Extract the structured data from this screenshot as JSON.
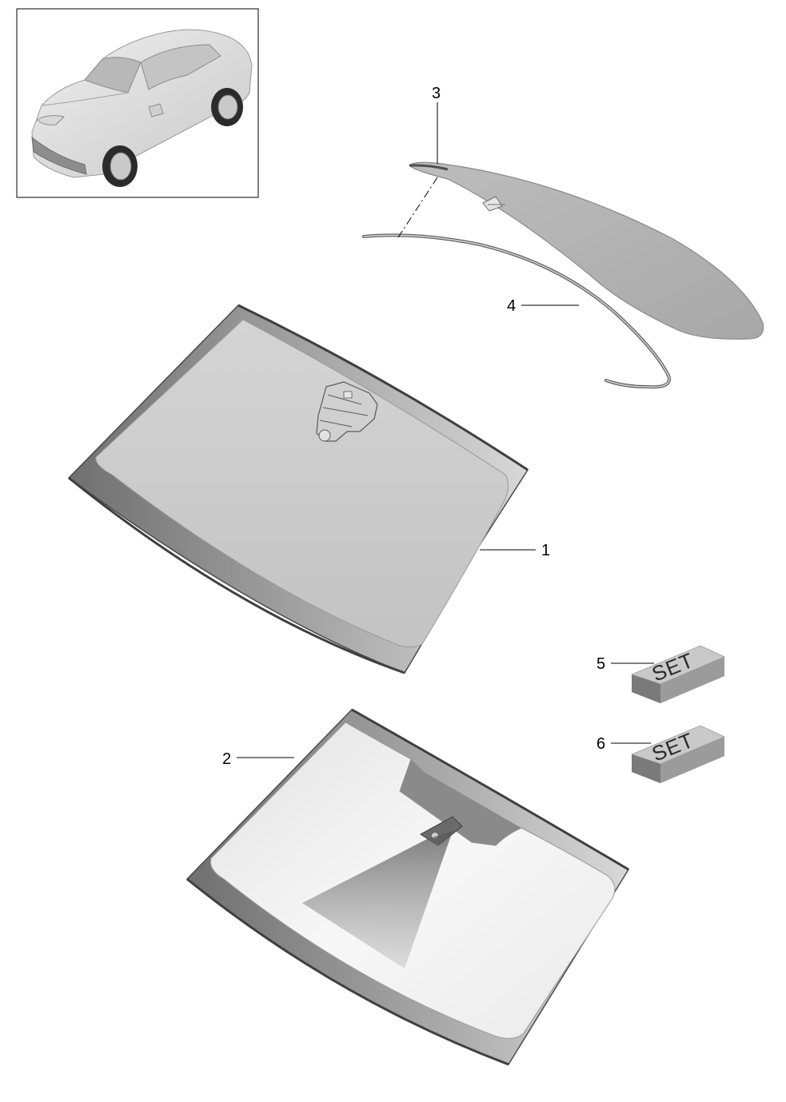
{
  "callouts": [
    {
      "number": "1",
      "part": "windshield"
    },
    {
      "number": "2",
      "part": "windshield-variant"
    },
    {
      "number": "3",
      "part": "rear-window"
    },
    {
      "number": "4",
      "part": "rear-window-seal"
    },
    {
      "number": "5",
      "part": "kit-box"
    },
    {
      "number": "6",
      "part": "kit-box"
    }
  ],
  "kits": [
    {
      "label": "SET"
    },
    {
      "label": "SET"
    }
  ],
  "colors": {
    "glass_light": "#cfcfcf",
    "glass_frame": "#8f8f8f",
    "frame_dark": "#5a5a5a",
    "line": "#000000",
    "box_top": "#c9c9c9",
    "box_side": "#8a8a8a"
  }
}
